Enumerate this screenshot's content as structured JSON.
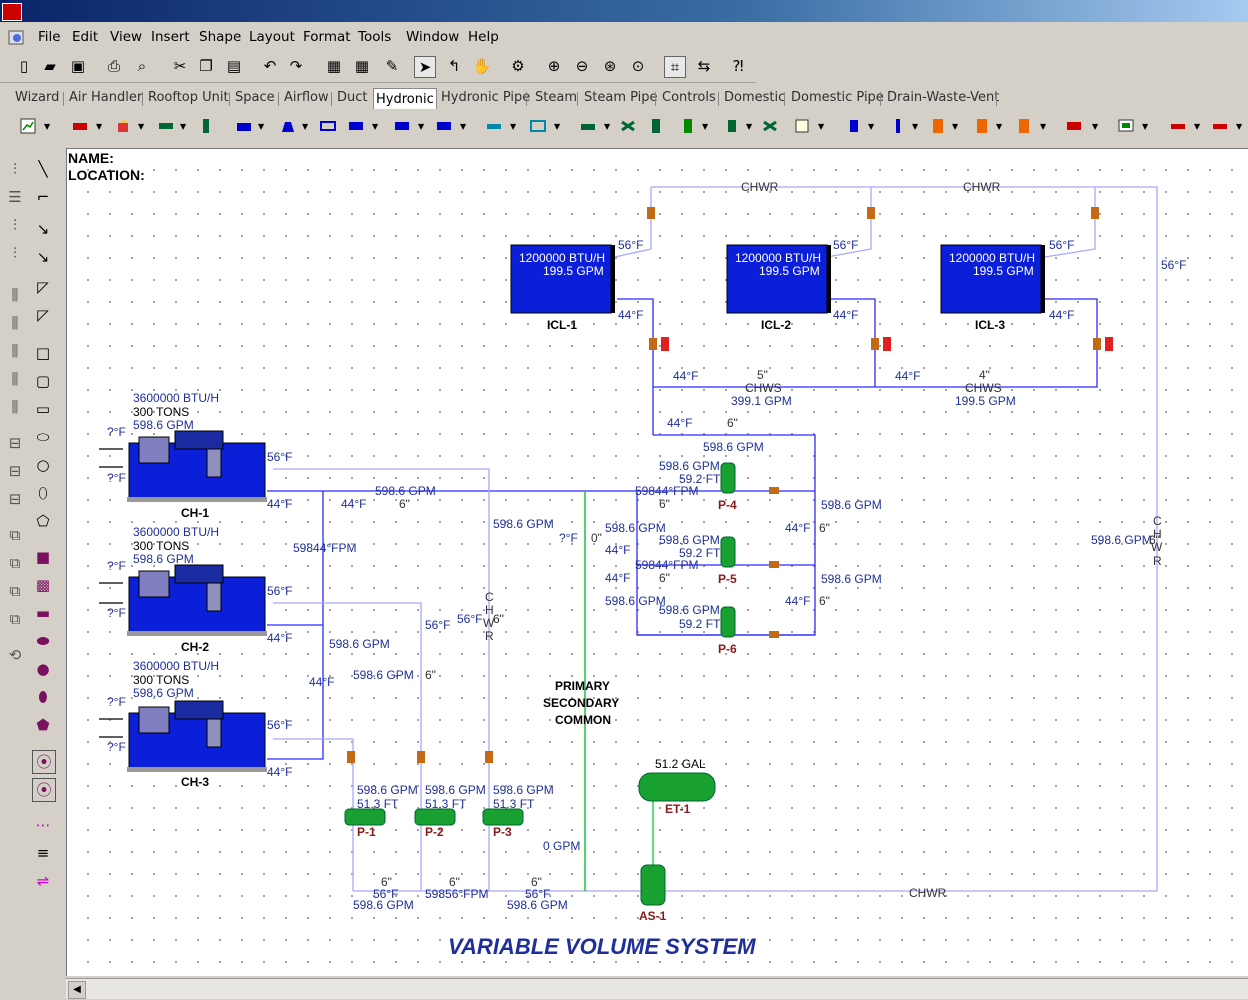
{
  "menu": {
    "items": [
      "File",
      "Edit",
      "View",
      "Insert",
      "Shape",
      "Layout",
      "Format",
      "Tools",
      "Window",
      "Help"
    ]
  },
  "toolbar": {
    "icons": [
      "new-icon",
      "open-icon",
      "save-icon",
      "print-icon",
      "print-preview-icon",
      "cut-icon",
      "copy-icon",
      "paste-icon",
      "undo-icon",
      "redo-icon",
      "properties-icon",
      "calculator-icon",
      "format-painter-icon",
      "pointer-icon",
      "connector-icon",
      "pan-icon",
      "tool-icon",
      "zoom-in-icon",
      "zoom-out-icon",
      "zoom-window-icon",
      "zoom-fit-icon",
      "grid-icon",
      "flip-icon",
      "help-icon"
    ]
  },
  "tabs": [
    "Wizard",
    "Air Handler",
    "Rooftop Unit",
    "Space",
    "Airflow",
    "Duct",
    "Hydronic",
    "Hydronic Pipe",
    "Steam",
    "Steam Pipe",
    "Controls",
    "Domestic",
    "Domestic Pipe",
    "Drain-Waste-Vent"
  ],
  "active_tab": "Hydronic",
  "page": {
    "name_label": "NAME:",
    "location_label": "LOCATION:"
  },
  "caption": "VARIABLE VOLUME SYSTEM",
  "colors": {
    "pipe": "#2a2aff",
    "return_pipe": "#a8a8ff",
    "common": "#22cc44",
    "equipment": "#0b1fd8",
    "pump": "#18a030",
    "text_blue": "#1f2f9a"
  },
  "loads": [
    {
      "id": "ICL-1",
      "capacity": "1200000 BTU/H",
      "flow": "199.5 GPM",
      "leaving": "56°F",
      "entering": "44°F"
    },
    {
      "id": "ICL-2",
      "capacity": "1200000 BTU/H",
      "flow": "199.5 GPM",
      "leaving": "56°F",
      "entering": "44°F"
    },
    {
      "id": "ICL-3",
      "capacity": "1200000 BTU/H",
      "flow": "199.5 GPM",
      "leaving": "56°F",
      "entering": "44°F"
    }
  ],
  "chillers": [
    {
      "id": "CH-1",
      "capacity": "3600000 BTU/H",
      "tons": "300 TONS",
      "flow": "598.6 GPM",
      "in_temp": "?°F",
      "out_temp": "?°F",
      "chw_return": "56°F",
      "chw_supply": "44°F"
    },
    {
      "id": "CH-2",
      "capacity": "3600000 BTU/H",
      "tons": "300 TONS",
      "flow": "598.6 GPM",
      "in_temp": "?°F",
      "out_temp": "?°F",
      "chw_return": "56°F",
      "chw_supply": "44°F"
    },
    {
      "id": "CH-3",
      "capacity": "3600000 BTU/H",
      "tons": "300 TONS",
      "flow": "598.6 GPM",
      "in_temp": "?°F",
      "out_temp": "?°F",
      "chw_return": "56°F",
      "chw_supply": "44°F"
    }
  ],
  "secondary_pumps": [
    {
      "id": "P-4",
      "flow": "598.6 GPM",
      "head": "59.2 FT"
    },
    {
      "id": "P-5",
      "flow": "598.6 GPM",
      "head": "59.2 FT"
    },
    {
      "id": "P-6",
      "flow": "598.6 GPM",
      "head": "59.2 FT"
    }
  ],
  "primary_pumps": [
    {
      "id": "P-1",
      "flow": "598.6 GPM",
      "head": "51.3 FT"
    },
    {
      "id": "P-2",
      "flow": "598.6 GPM",
      "head": "51.3 FT"
    },
    {
      "id": "P-3",
      "flow": "598.6 GPM",
      "head": "51.3 FT"
    }
  ],
  "expansion_tank": {
    "id": "ET-1",
    "volume": "51.2 GAL"
  },
  "air_separator": {
    "id": "AS-1"
  },
  "common_label": [
    "PRIMARY",
    "SECONDARY",
    "COMMON"
  ],
  "pipe_labels": {
    "chwr": "CHWR",
    "chws": "CHWS",
    "chwr_vertical": [
      "C",
      "H",
      "W",
      "R"
    ],
    "top_return_temp": "56°F",
    "chws_left": {
      "temp": "44°F",
      "size": "5\"",
      "flow": "399.1 GPM",
      "temp2": "44°F"
    },
    "chws_right": {
      "temp": "44°F",
      "size": "4\"",
      "flow": "199.5 GPM"
    },
    "header_supply": {
      "temp": "44°F",
      "size": "6\"",
      "flow": "598.6 GPM"
    },
    "header_main": {
      "flow": "598.6 GPM",
      "temp": "44°F",
      "size": "6\""
    },
    "header_velocity": "59844°FPM",
    "secondary_branch_flow": "598.6 GPM",
    "primary_flow_mid": "598.6 GPM",
    "common_flow": "0 GPM",
    "common_temp": "?°F",
    "common_size": "0\"",
    "right_flow": "598.6 GPM",
    "right_size": "6\"",
    "right_return_flow": "598.6 GPM",
    "right_return_size": "6\"",
    "bottom_left": {
      "size": "6\"",
      "temp": "56°F",
      "flow": "598.6 GPM"
    },
    "bottom_mid": {
      "size": "6\"",
      "velocity": "59856°FPM"
    },
    "bottom_right": {
      "size": "6\"",
      "temp": "56°F",
      "flow": "598.6 GPM"
    },
    "chwr_mid_temp": "56°F",
    "chwr_mid_size": "6\"",
    "primary_header_temp": "44°F",
    "primary_header_return_temp": "56°F",
    "branch_temps": [
      "44°F",
      "44°F",
      "44°F",
      "44°F"
    ],
    "branch_sizes": [
      "6\"",
      "6\"",
      "6\"",
      "6\""
    ]
  }
}
